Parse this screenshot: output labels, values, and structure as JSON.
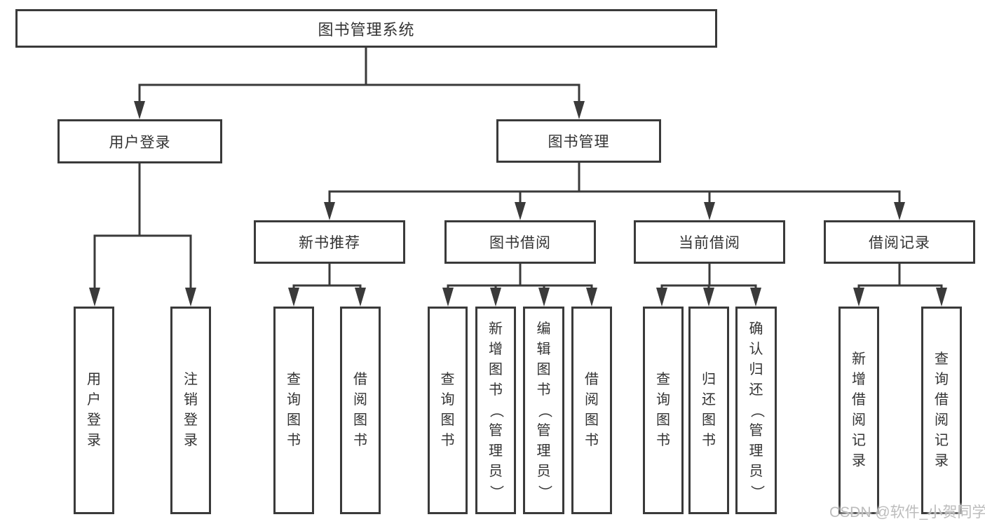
{
  "root": {
    "label": "图书管理系统"
  },
  "level2": {
    "user_login": {
      "label": "用户登录"
    },
    "book_management": {
      "label": "图书管理"
    }
  },
  "level3": {
    "new_book_recommend": {
      "label": "新书推荐"
    },
    "book_borrowing": {
      "label": "图书借阅"
    },
    "current_borrowing": {
      "label": "当前借阅"
    },
    "borrow_records": {
      "label": "借阅记录"
    }
  },
  "leaves": {
    "user_login": "用户登录",
    "logout": "注销登录",
    "recommend_query_books": "查询图书",
    "recommend_borrow_books": "借阅图书",
    "borrowing_query_books": "查询图书",
    "borrowing_add_books": "新增图书（管理员）",
    "borrowing_edit_books": "编辑图书（管理员）",
    "borrowing_borrow_books": "借阅图书",
    "current_query_books": "查询图书",
    "current_return_books": "归还图书",
    "current_confirm_return": "确认归还（管理员）",
    "records_add_record": "新增借阅记录",
    "records_query_record": "查询借阅记录"
  },
  "watermark": {
    "text": "CSDN @软件_小贺同学"
  },
  "colors": {
    "line": "#3a3a3a",
    "text": "#333333",
    "box_background": "#ffffff",
    "page_background": "#ffffff",
    "watermark": "#bcbcbc"
  }
}
